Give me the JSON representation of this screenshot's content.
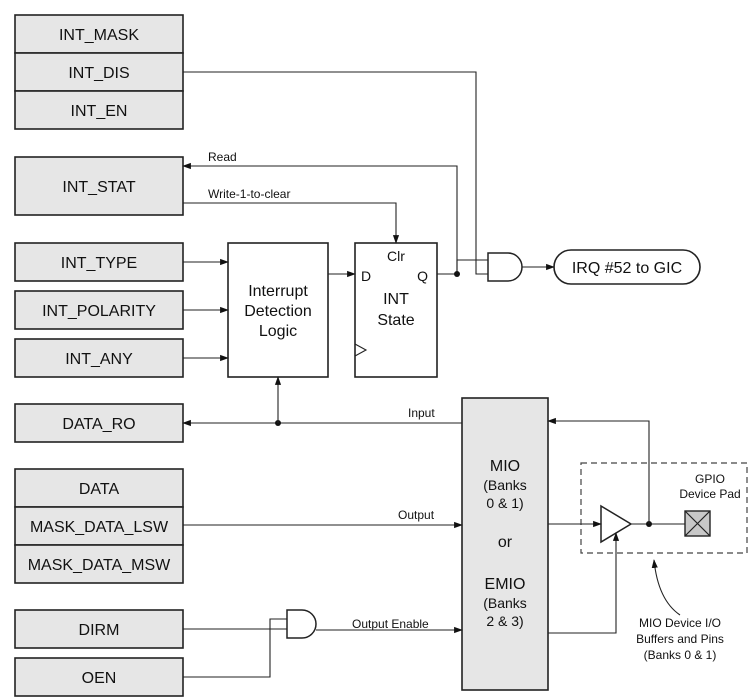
{
  "registers": {
    "int_mask": "INT_MASK",
    "int_dis": "INT_DIS",
    "int_en": "INT_EN",
    "int_stat": "INT_STAT",
    "int_type": "INT_TYPE",
    "int_polarity": "INT_POLARITY",
    "int_any": "INT_ANY",
    "data_ro": "DATA_RO",
    "data": "DATA",
    "mask_data_lsw": "MASK_DATA_LSW",
    "mask_data_msw": "MASK_DATA_MSW",
    "dirm": "DIRM",
    "oen": "OEN"
  },
  "blocks": {
    "interrupt_logic": [
      "Interrupt",
      "Detection",
      "Logic"
    ],
    "int_state": [
      "INT",
      "State"
    ],
    "ff_clr": "Clr",
    "ff_d": "D",
    "ff_q": "Q",
    "irq": "IRQ #52 to GIC",
    "mio": {
      "line1": "MIO",
      "line2": "(Banks",
      "line3": "0 & 1)",
      "or": "or",
      "line4": "EMIO",
      "line5": "(Banks",
      "line6": "2 & 3)"
    },
    "gpio_pad": [
      "GPIO",
      "Device Pad"
    ],
    "mio_device": [
      "MIO Device I/O",
      "Buffers and Pins",
      "(Banks 0 & 1)"
    ]
  },
  "signals": {
    "read": "Read",
    "write1clear": "Write-1-to-clear",
    "input": "Input",
    "output": "Output",
    "output_enable": "Output Enable"
  }
}
